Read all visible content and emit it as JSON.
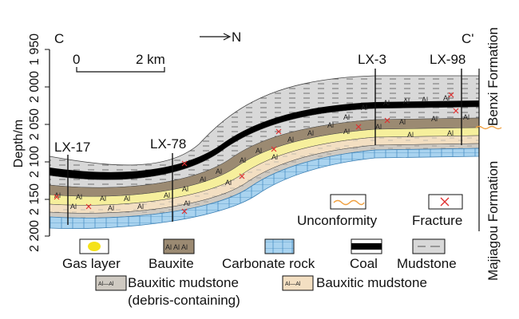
{
  "section": {
    "start_label": "C",
    "end_label": "C'",
    "north_label": "N",
    "scale_zero": "0",
    "scale_end": "2 km"
  },
  "depth_axis": {
    "title": "Depth/m",
    "ticks": [
      "1 950",
      "2 000",
      "2 050",
      "2 100",
      "2 150",
      "2 200"
    ]
  },
  "wells": [
    "LX-17",
    "LX-78",
    "LX-3",
    "LX-98"
  ],
  "formations": {
    "upper": "Benxi Formation",
    "lower": "Majiagou Formation"
  },
  "symbols": {
    "unconformity": "Unconformity",
    "fracture": "Fracture"
  },
  "legend": {
    "gas_layer": "Gas layer",
    "bauxite": "Bauxite",
    "bauxite_swatch": "Al Al Al",
    "carbonate": "Carbonate rock",
    "coal": "Coal",
    "mudstone": "Mudstone",
    "bauxitic_debris_line1": "Bauxitic mudstone",
    "bauxitic_debris_line2": "(debris-containing)",
    "bauxitic_mudstone": "Bauxitic mudstone",
    "al_swatch": "Al—Al"
  },
  "colors": {
    "carbonate": "#a9d3ef",
    "gas": "#f6ef9c",
    "bauxite": "#9b8a72",
    "bauxitic_mudstone": "#f3dfc2",
    "debris_mudstone": "#cfcac2",
    "mudstone": "#d8d8d8",
    "coal": "#000000",
    "fracture": "#e03030",
    "unconformity": "#f0a040"
  }
}
